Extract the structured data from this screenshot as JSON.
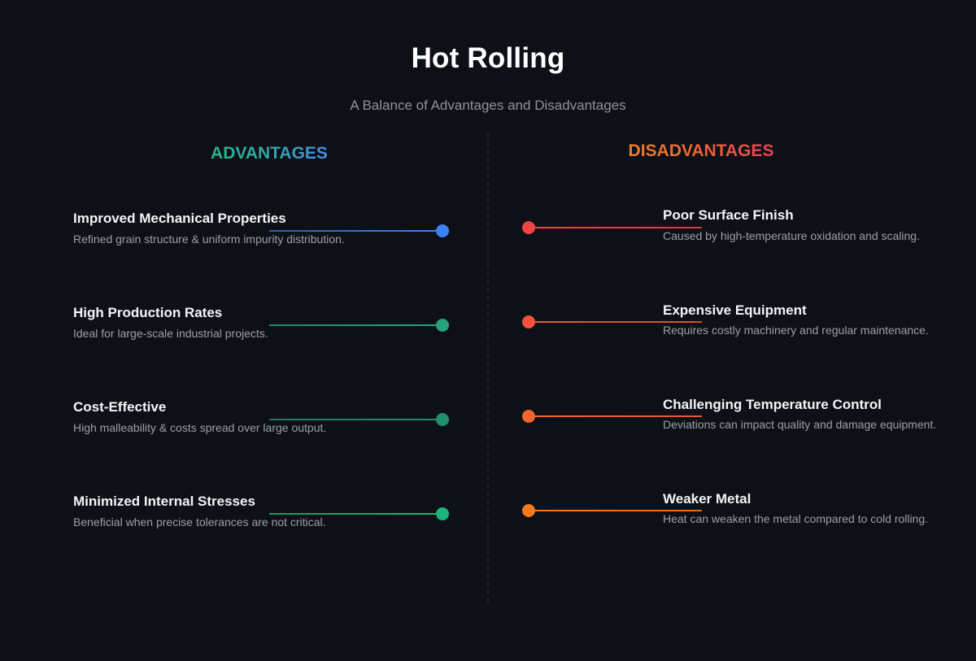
{
  "header": {
    "title": "Hot Rolling",
    "subtitle": "A Balance of Advantages and Disadvantages"
  },
  "advantages": {
    "heading": "ADVANTAGES",
    "gradient": [
      "#2bb587",
      "#4a8ee8"
    ],
    "items": [
      {
        "title": "Improved Mechanical Properties",
        "description": "Refined grain structure & uniform impurity distribution.",
        "color": "#3b82f6"
      },
      {
        "title": "High Production Rates",
        "description": "Ideal for large-scale industrial projects.",
        "color": "#26a37c"
      },
      {
        "title": "Cost-Effective",
        "description": "High malleability & costs spread over large output.",
        "color": "#1f8f6c"
      },
      {
        "title": "Minimized Internal Stresses",
        "description": "Beneficial when precise tolerances are not critical.",
        "color": "#19b57a"
      }
    ]
  },
  "disadvantages": {
    "heading": "DISADVANTAGES",
    "gradient": [
      "#f07e26",
      "#e64452"
    ],
    "items": [
      {
        "title": "Poor Surface Finish",
        "description": "Caused by high-temperature oxidation and scaling.",
        "color": "#ef4444"
      },
      {
        "title": "Expensive Equipment",
        "description": "Requires costly machinery and regular maintenance.",
        "color": "#f0533a"
      },
      {
        "title": "Challenging Temperature Control",
        "description": "Deviations can impact quality and damage equipment.",
        "color": "#f26530"
      },
      {
        "title": "Weaker Metal",
        "description": "Heat can weaken the metal compared to cold rolling.",
        "color": "#f47a1f"
      }
    ]
  }
}
